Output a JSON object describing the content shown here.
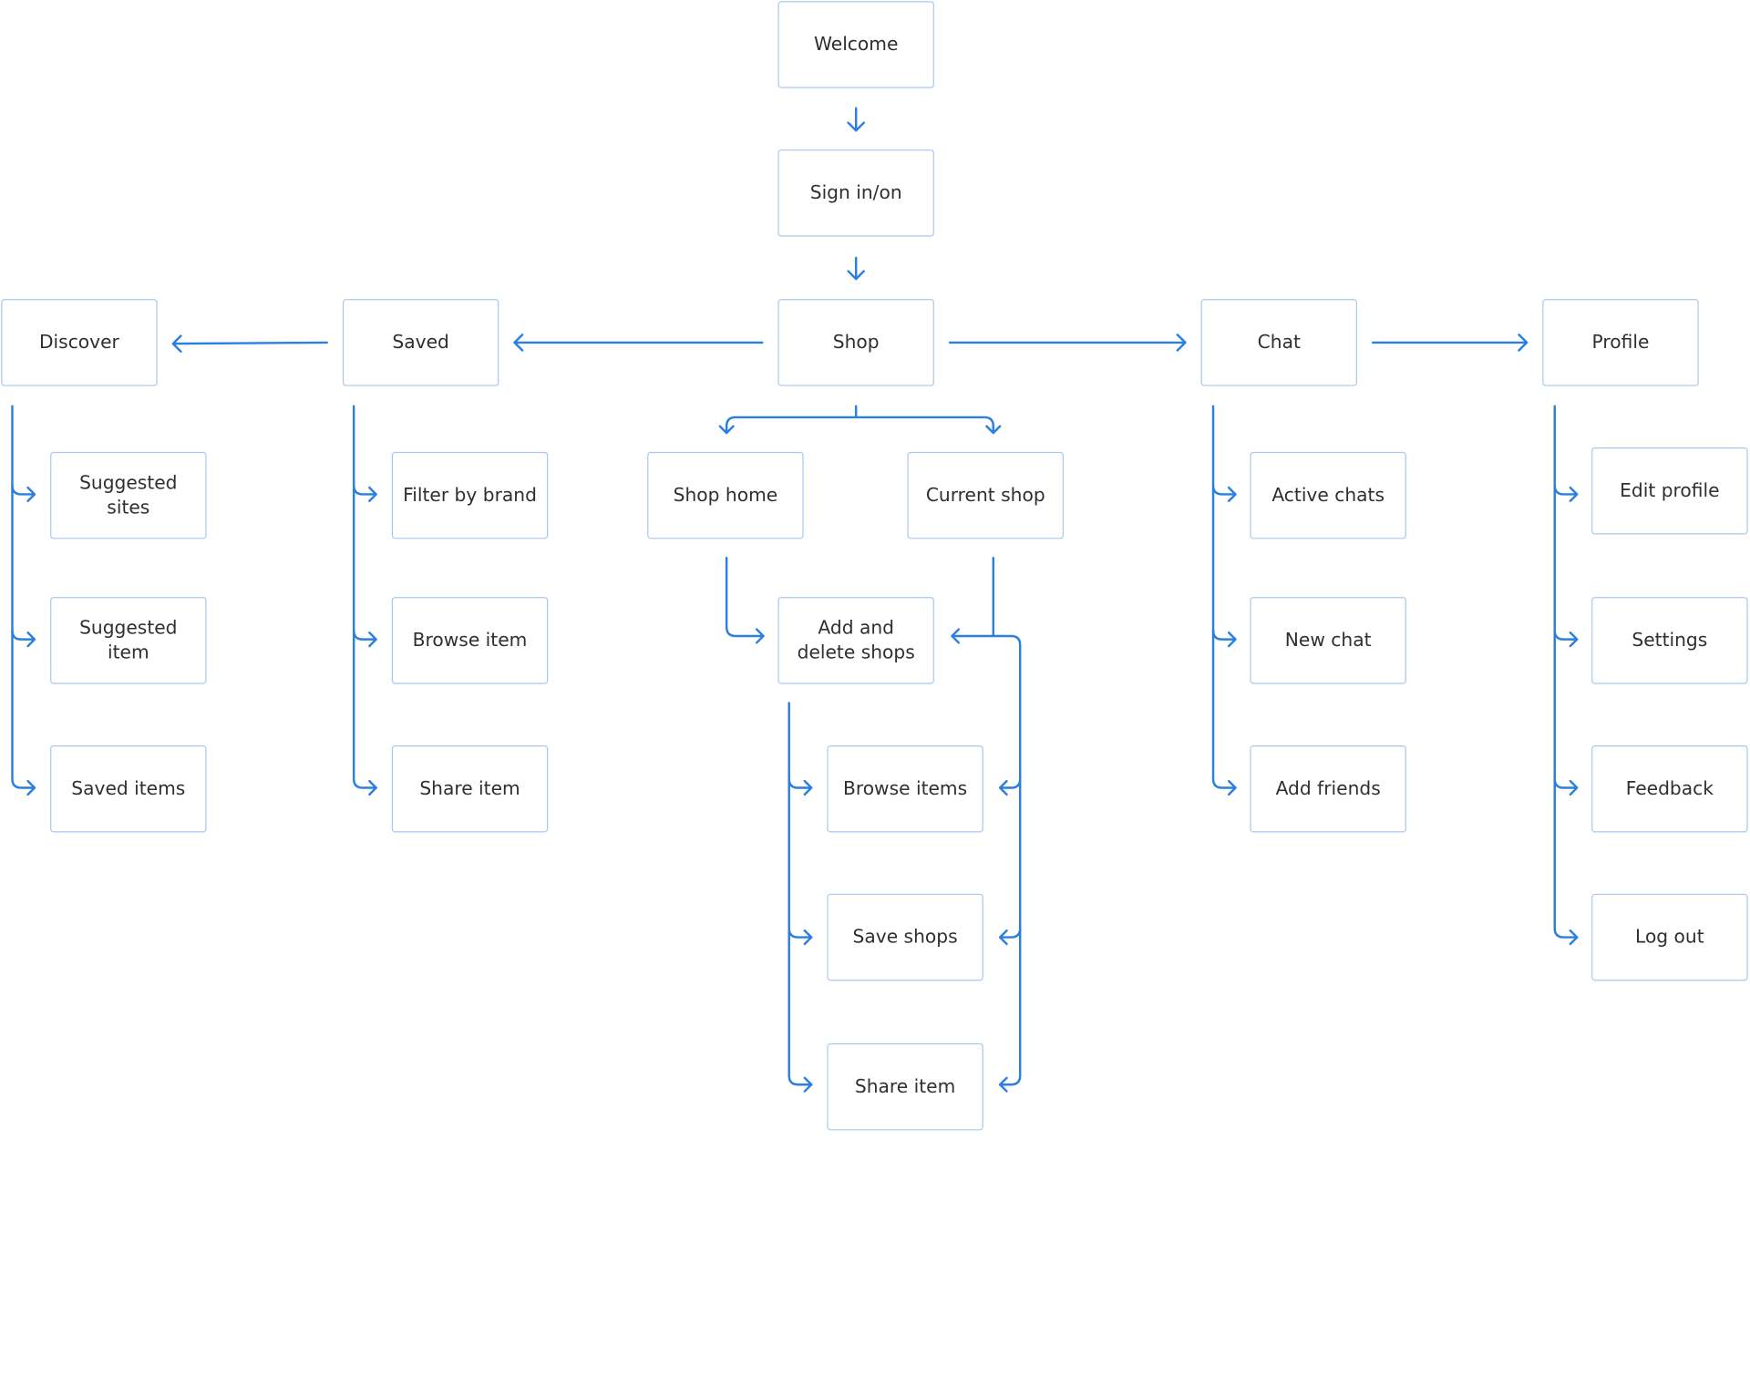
{
  "colors": {
    "box_border": "#a9c8f1",
    "connector": "#2b7fe0",
    "text": "#2f2f2f",
    "background": "#ffffff"
  },
  "nodes": {
    "welcome": "Welcome",
    "sign_in": "Sign in/on",
    "discover": "Discover",
    "saved": "Saved",
    "shop": "Shop",
    "chat": "Chat",
    "profile": "Profile",
    "suggested_sites": "Suggested sites",
    "suggested_item": "Suggested item",
    "saved_items": "Saved items",
    "filter_by_brand": "Filter by brand",
    "browse_item": "Browse item",
    "saved_share_item": "Share item",
    "shop_home": "Shop home",
    "current_shop": "Current shop",
    "add_delete_shops_line1": "Add and",
    "add_delete_shops_line2": "delete shops",
    "browse_items": "Browse items",
    "save_shops": "Save shops",
    "shop_share_item": "Share item",
    "active_chats": "Active chats",
    "new_chat": "New chat",
    "add_friends": "Add friends",
    "edit_profile": "Edit profile",
    "settings": "Settings",
    "feedback": "Feedback",
    "log_out": "Log out"
  }
}
